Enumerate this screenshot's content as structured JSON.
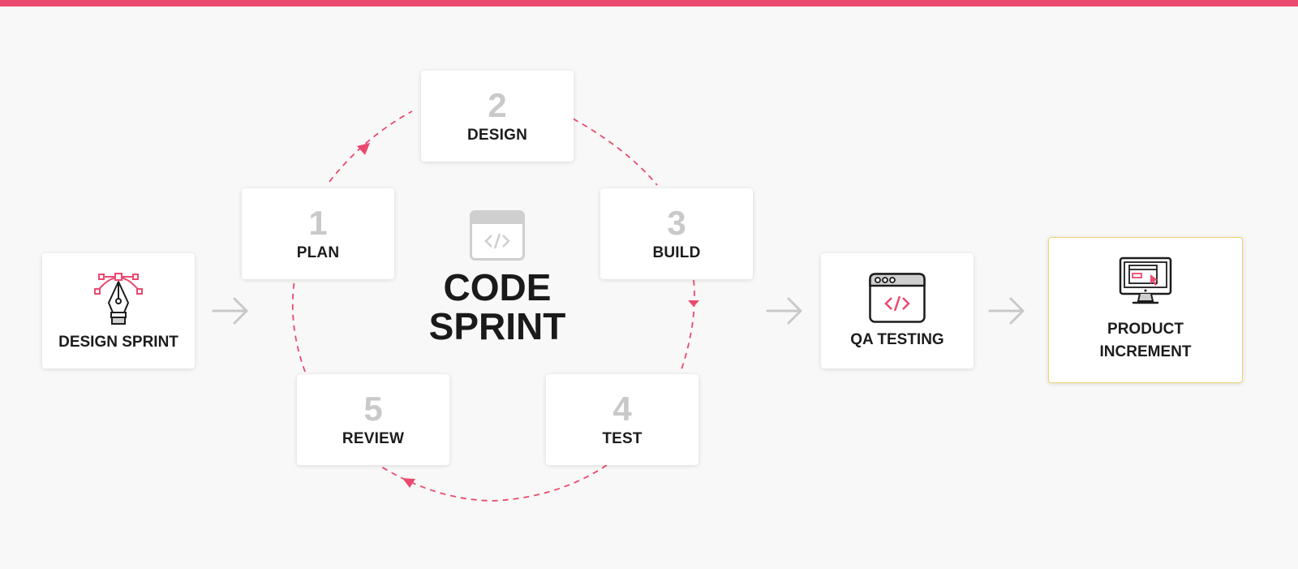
{
  "accent_color": "#ea4a6e",
  "highlight_border_color": "#f2d46b",
  "steps": [
    {
      "num": "1",
      "label": "PLAN"
    },
    {
      "num": "2",
      "label": "DESIGN"
    },
    {
      "num": "3",
      "label": "BUILD"
    },
    {
      "num": "4",
      "label": "TEST"
    },
    {
      "num": "5",
      "label": "REVIEW"
    }
  ],
  "center": {
    "line1": "CODE",
    "line2": "SPRINT",
    "icon": "code-window-icon"
  },
  "design_sprint": {
    "label": "DESIGN SPRINT",
    "icon": "pen-tool-icon"
  },
  "qa_testing": {
    "label": "QA TESTING",
    "icon": "browser-code-icon"
  },
  "product_increment": {
    "line1": "PRODUCT",
    "line2": "INCREMENT",
    "icon": "monitor-icon"
  }
}
